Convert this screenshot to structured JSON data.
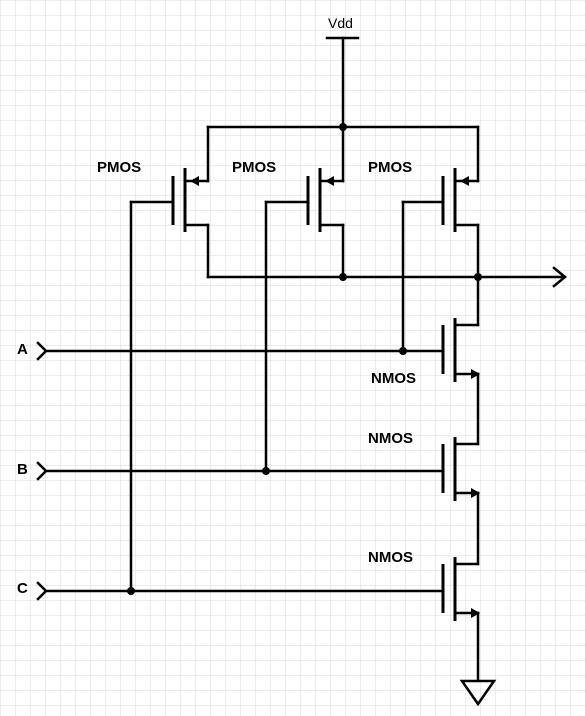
{
  "supply": {
    "label": "Vdd"
  },
  "inputs": [
    {
      "id": "a",
      "label": "A"
    },
    {
      "id": "b",
      "label": "B"
    },
    {
      "id": "c",
      "label": "C"
    }
  ],
  "pmos": [
    {
      "id": "p1",
      "label": "PMOS"
    },
    {
      "id": "p2",
      "label": "PMOS"
    },
    {
      "id": "p3",
      "label": "PMOS"
    }
  ],
  "nmos": [
    {
      "id": "n1",
      "label": "NMOS"
    },
    {
      "id": "n2",
      "label": "NMOS"
    },
    {
      "id": "n3",
      "label": "NMOS"
    }
  ]
}
